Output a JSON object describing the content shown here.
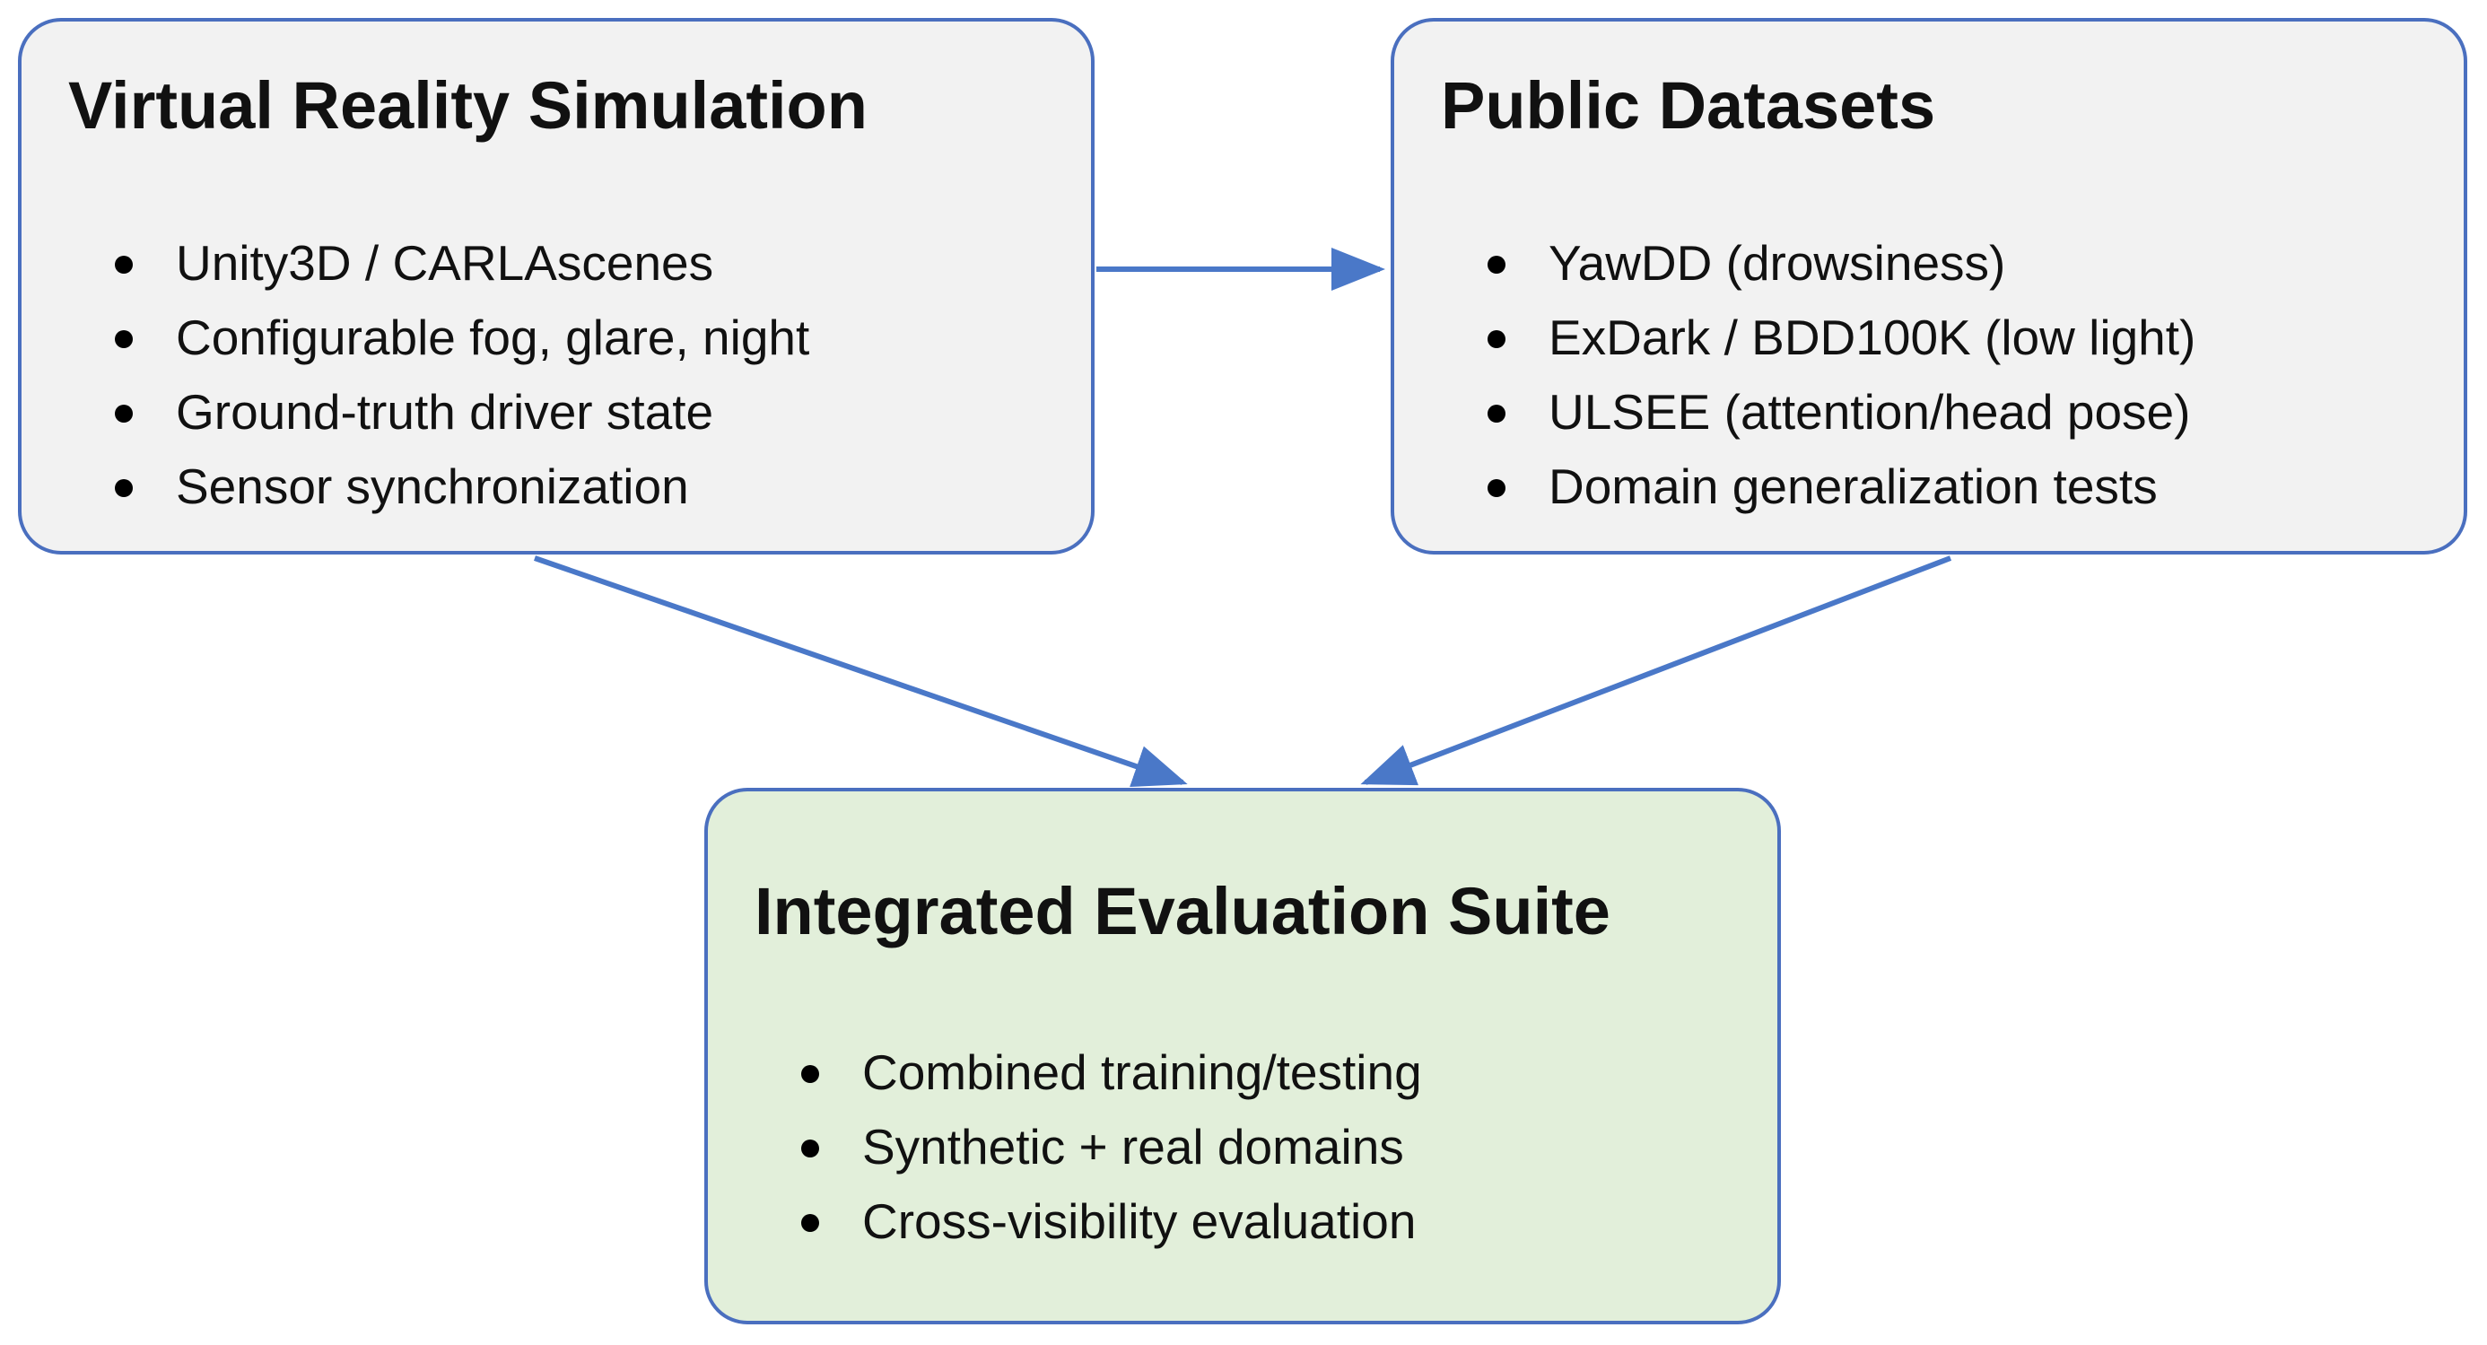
{
  "diagram": {
    "nodes": [
      {
        "id": "vr-sim",
        "title": "Virtual Reality Simulation",
        "bullets": [
          "Unity3D / CARLAscenes",
          "Configurable fog, glare, night",
          "Ground-truth driver state",
          "Sensor synchronization"
        ],
        "fill": "#f2f2f2"
      },
      {
        "id": "public-datasets",
        "title": "Public Datasets",
        "bullets": [
          "YawDD (drowsiness)",
          "ExDark / BDD100K (low light)",
          "ULSEE (attention/head pose)",
          "Domain generalization tests"
        ],
        "fill": "#f2f2f2"
      },
      {
        "id": "eval-suite",
        "title": "Integrated Evaluation Suite",
        "bullets": [
          "Combined training/testing",
          "Synthetic + real domains",
          "Cross-visibility evaluation"
        ],
        "fill": "#e2efda"
      }
    ],
    "edges": [
      {
        "from": "vr-sim",
        "to": "public-datasets"
      },
      {
        "from": "vr-sim",
        "to": "eval-suite"
      },
      {
        "from": "public-datasets",
        "to": "eval-suite"
      }
    ],
    "colors": {
      "border": "#4a6fbf",
      "arrow": "#4a78c8"
    }
  }
}
